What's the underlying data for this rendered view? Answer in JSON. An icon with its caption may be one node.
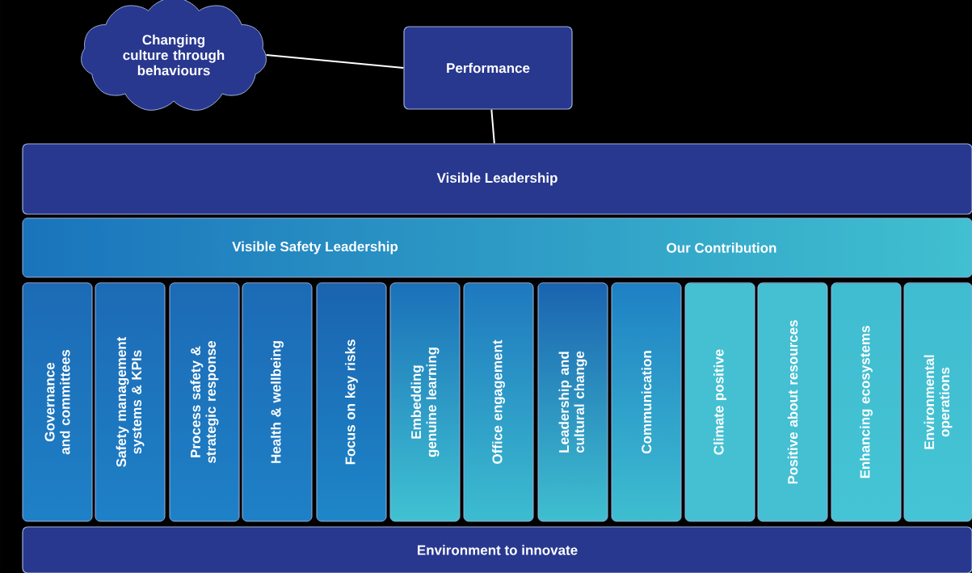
{
  "diagram": {
    "nodes": [
      {
        "text": [
          "Changing culture through behaviours"
        ]
      },
      {
        "text": [
          "Performance"
        ]
      },
      {
        "text": [
          "Visible Leadership"
        ]
      },
      {
        "text": [
          "Visible Safety Leadership",
          "Our Contribution"
        ]
      },
      {
        "text": [
          "Governance and committees"
        ]
      },
      {
        "text": [
          "Safety management systems & KPIs"
        ]
      },
      {
        "text": [
          "Process safety & strategic response"
        ]
      },
      {
        "text": [
          "Health & wellbeing"
        ]
      },
      {
        "text": [
          "Focus on key risks"
        ]
      },
      {
        "text": [
          "Embedding genuine learning"
        ]
      },
      {
        "text": [
          "Office engagement"
        ]
      },
      {
        "text": [
          "Leadership and cultural change"
        ]
      },
      {
        "text": [
          "Communication"
        ]
      },
      {
        "text": [
          "Climate positive"
        ]
      },
      {
        "text": [
          "Positive about resources"
        ]
      },
      {
        "text": [
          "Enhancing ecosystems"
        ]
      },
      {
        "text": [
          "Environmental operations"
        ]
      },
      {
        "text": [
          "Environment to innovate"
        ]
      }
    ],
    "edges": [
      {
        "from": 0,
        "to": 1,
        "arrow": "none"
      },
      {
        "from": 1,
        "to": 2,
        "arrow": "none"
      }
    ]
  }
}
